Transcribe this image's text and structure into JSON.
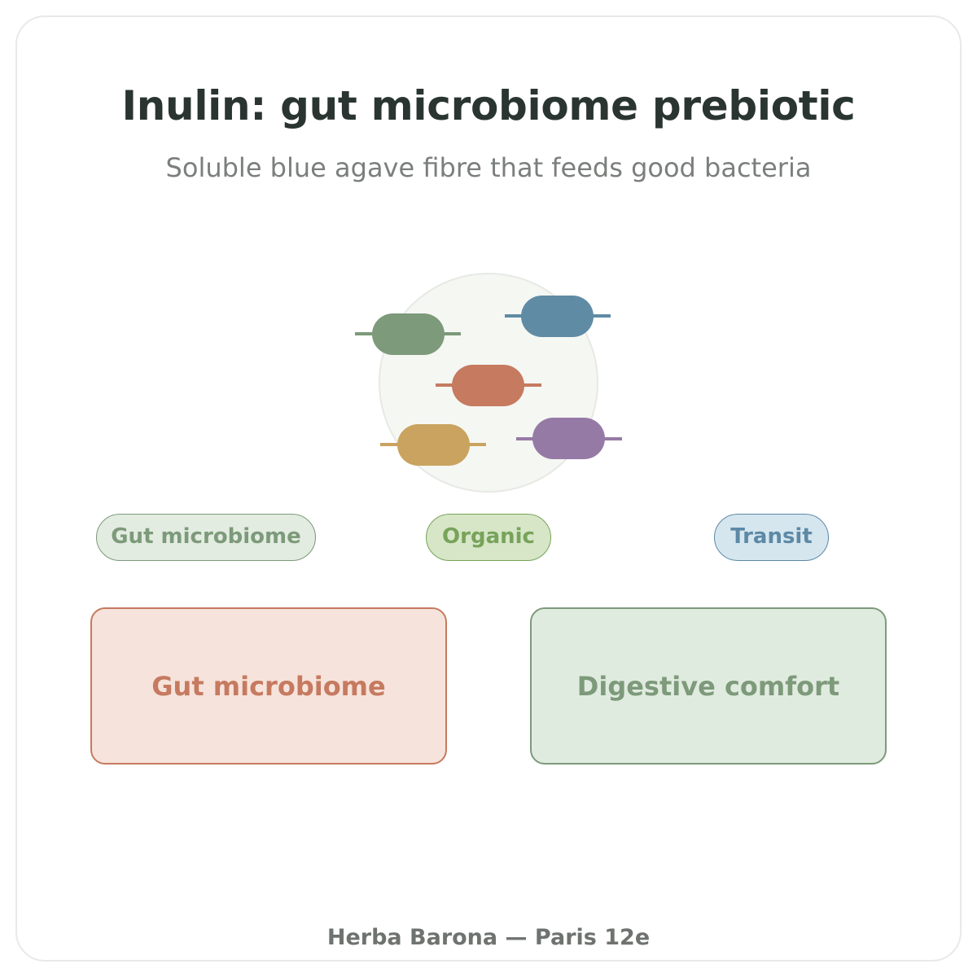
{
  "header": {
    "title": "Inulin: gut microbiome prebiotic",
    "subtitle": "Soluble blue agave fibre that feeds good bacteria"
  },
  "illustration": {
    "icon": "bacteria-cluster-icon",
    "colors": {
      "circle_fill": "#f5f7f3",
      "circle_stroke": "#e7e9e4",
      "bacterium_green": "#7d9a7a",
      "bacterium_blue": "#5f8ba5",
      "bacterium_terracotta": "#c67a5f",
      "bacterium_ochre": "#c9a35f",
      "bacterium_purple": "#967aa6"
    }
  },
  "tags": [
    {
      "label": "Gut microbiome",
      "color": "#7d9a7a"
    },
    {
      "label": "Organic",
      "color": "#77a35a"
    },
    {
      "label": "Transit",
      "color": "#5c89a6"
    }
  ],
  "benefits": [
    {
      "label": "Gut microbiome",
      "color": "#c67a5f"
    },
    {
      "label": "Digestive comfort",
      "color": "#7d9a7a"
    }
  ],
  "footer": {
    "text": "Herba Barona — Paris 12e"
  }
}
